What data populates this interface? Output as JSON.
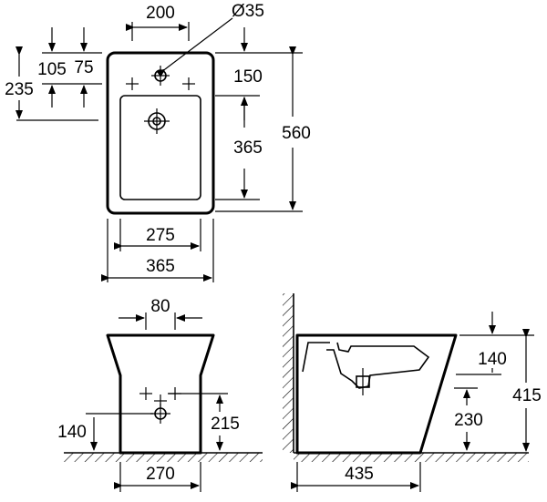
{
  "dimensions": {
    "top_width": "200",
    "hole_diameter": "Ø35",
    "offset_105": "105",
    "offset_75": "75",
    "offset_235": "235",
    "top_150": "150",
    "bowl_365": "365",
    "total_560": "560",
    "bowl_width_275": "275",
    "outer_width_365": "365",
    "front_80": "80",
    "front_140": "140",
    "front_215": "215",
    "base_270": "270",
    "side_140": "140",
    "side_230": "230",
    "side_415": "415",
    "side_435": "435"
  }
}
